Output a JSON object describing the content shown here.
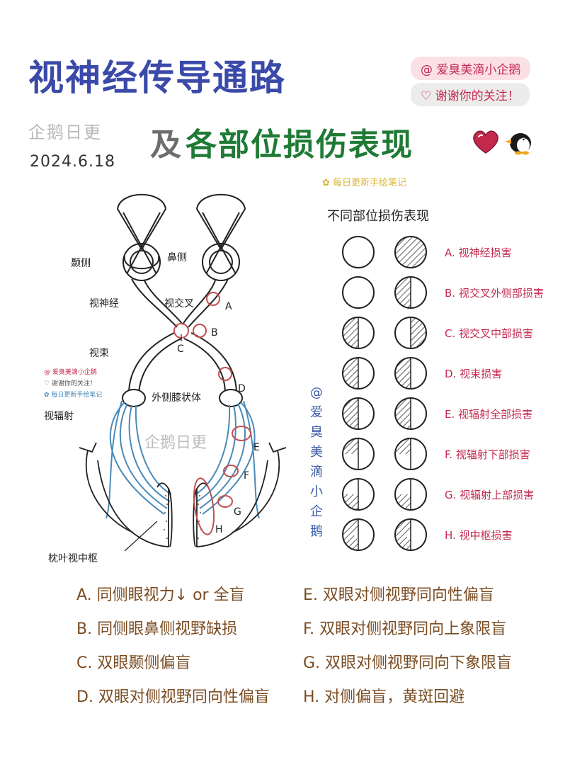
{
  "header": {
    "title_main": "视神经传导通路",
    "title_sub_ji": "及",
    "title_sub_rest": "各部位损伤表现",
    "account": "@ 爱臭美滴小企鹅",
    "thanks": "♡ 谢谢你的关注！",
    "logo_text": "企鹅日更",
    "date": "2024.6.18",
    "daily_note": "✿ 每日更新手绘笔记",
    "icons": [
      "heart-icon",
      "penguin-icon"
    ]
  },
  "diagram": {
    "labels": {
      "temporal": "颞侧",
      "nasal": "鼻侧",
      "optic_nerve": "视神经",
      "optic_chiasm": "视交叉",
      "optic_tract": "视束",
      "lgn": "外侧膝状体",
      "optic_radiation": "视辐射",
      "visual_cortex": "枕叶视中枢"
    },
    "points": [
      "A",
      "B",
      "C",
      "D",
      "E",
      "F",
      "G",
      "H"
    ],
    "watermark_center": "企鹅日更",
    "watermark_small": [
      "@ 爱臭美滴小企鹅",
      "♡ 谢谢你的关注！",
      "✿ 每日更新手绘笔记"
    ],
    "vertical_credit": "@爱臭美滴小企鹅"
  },
  "table": {
    "title": "不同部位损伤表现",
    "rows": [
      {
        "label": "A. 视神经损害",
        "left": "none",
        "right": "full"
      },
      {
        "label": "B. 视交叉外侧部损害",
        "left": "none",
        "right": "left-half"
      },
      {
        "label": "C. 视交叉中部损害",
        "left": "left-half",
        "right": "right-half"
      },
      {
        "label": "D. 视束损害",
        "left": "left-half",
        "right": "left-half"
      },
      {
        "label": "E. 视辐射全部损害",
        "left": "left-half",
        "right": "left-half"
      },
      {
        "label": "F. 视辐射下部损害",
        "left": "top-left",
        "right": "top-left"
      },
      {
        "label": "G. 视辐射上部损害",
        "left": "bottom-left",
        "right": "bottom-left"
      },
      {
        "label": "H. 视中枢损害",
        "left": "left-half-spared",
        "right": "left-half-spared"
      }
    ]
  },
  "answers": {
    "left": [
      "A. 同侧眼视力↓ or 全盲",
      "B. 同侧眼鼻侧视野缺损",
      "C. 双眼颞侧偏盲",
      "D. 双眼对侧视野同向性偏盲"
    ],
    "right": [
      "E. 双眼对侧视野同向性偏盲",
      "F. 双眼对侧视野同向上象限盲",
      "G. 双眼对侧视野同向下象限盲",
      "H. 对侧偏盲，黄斑回避"
    ]
  },
  "colors": {
    "title_blue": "#3b4aa8",
    "title_green": "#1f7a35",
    "pink": "#c42a50",
    "radiation_blue": "#4a8ab8",
    "lesion_red": "#c05050",
    "answer_brown": "#7a4c22",
    "hatch": "#333333"
  }
}
